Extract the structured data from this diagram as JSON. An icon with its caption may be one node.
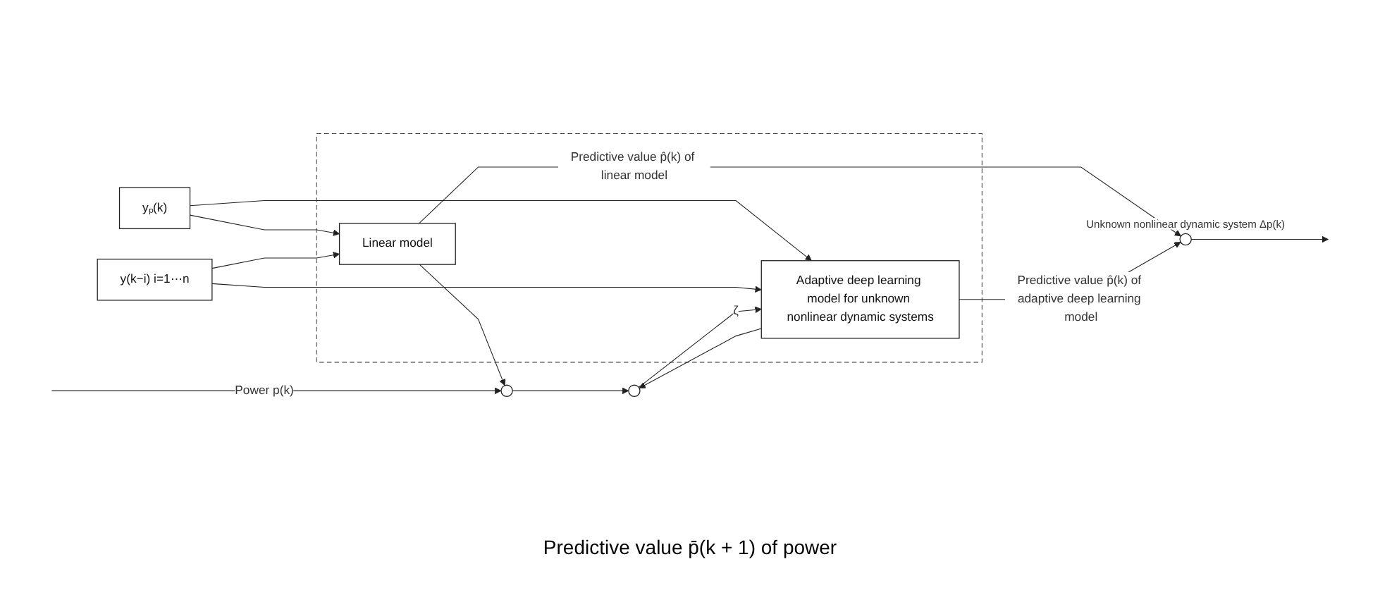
{
  "diagram": {
    "nodes": [
      {
        "text": [],
        "shape": "box"
      },
      {
        "text": [
          "Linear model"
        ],
        "in": 0
      },
      {
        "text": [
          "Adaptive deep learning model for unknown nonlinear dynamic systems"
        ],
        "in": 0
      },
      {
        "text": [],
        "shape": "circle"
      },
      {
        "text": [],
        "shape": "circle",
        "beside": [
          "Unknown nonlinear dynamic system Δp(k)"
        ]
      },
      {
        "text": [],
        "shape": "circle"
      },
      {
        "text": [
          "yₚ(k)"
        ]
      },
      {
        "text": [
          "y(k−i) i=1⋯n"
        ]
      }
    ],
    "edges": [
      {
        "from": 6,
        "to": 1,
        "arrow": "to"
      },
      {
        "from": 6,
        "to": 2,
        "arrow": "to"
      },
      {
        "from": 7,
        "to": 1,
        "arrow": "to"
      },
      {
        "from": 7,
        "to": 2,
        "arrow": "to"
      },
      {
        "from": null,
        "to": 3,
        "arrow": "to",
        "label": "Power p(k)"
      },
      {
        "from": 1,
        "to": 4,
        "arrow": "to",
        "label": "Predictive value p̂(k) of linear model"
      },
      {
        "from": 1,
        "to": 3,
        "arrow": "to"
      },
      {
        "from": 3,
        "to": 5,
        "arrow": "to"
      },
      {
        "from": 2,
        "to": 5,
        "arrow": "to"
      },
      {
        "from": 2,
        "to": 4,
        "arrow": "to",
        "label": "Predictive value p̂(k) of adaptive deep learning model"
      },
      {
        "from": 5,
        "to": 2,
        "arrow": "to",
        "label": "ζ"
      },
      {
        "from": 4,
        "to": null,
        "arrow": "to"
      }
    ],
    "labels": [
      "Predictive value p̄(k + 1) of power"
    ]
  }
}
